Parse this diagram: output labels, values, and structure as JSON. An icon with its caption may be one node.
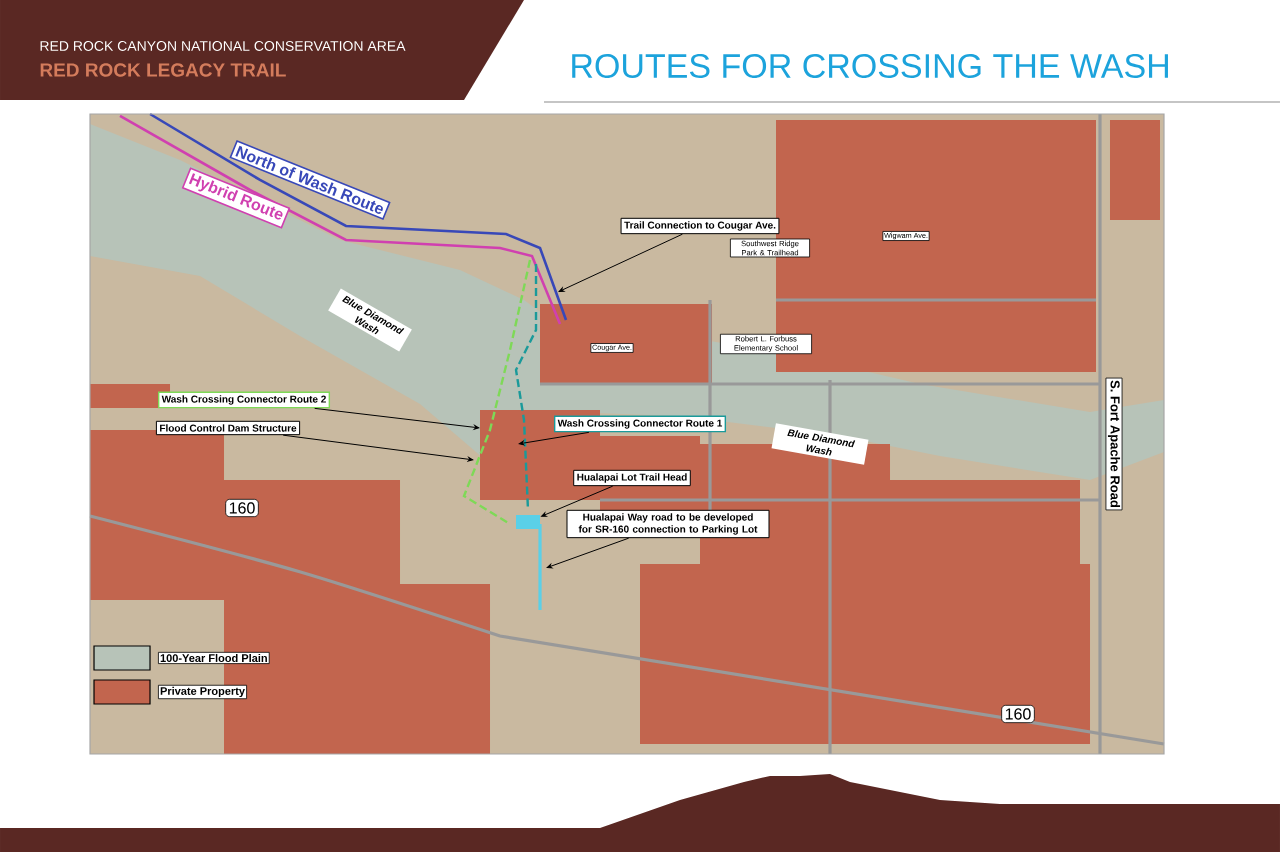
{
  "diagram": {
    "title": "ROUTES FOR CROSSING THE WASH",
    "nodes": [
      {
        "text": [
          "Trail Connection to Cougar Ave."
        ]
      },
      {
        "text": [
          "Wash Crossing Connector Route 2"
        ]
      },
      {
        "text": [
          "Flood Control Dam Structure"
        ]
      },
      {
        "text": [
          "Wash Crossing Connector Route 1"
        ]
      },
      {
        "text": [
          "Hualapai Lot Trail Head"
        ]
      },
      {
        "text": [
          "Hualapai Way road to be developed for SR-160 connection to Parking Lot"
        ]
      },
      {
        "text": [],
        "shape": "box"
      }
    ],
    "edges": [
      {
        "from": 0,
        "to": null,
        "arrow": "to"
      },
      {
        "from": 1,
        "to": null,
        "arrow": "to"
      },
      {
        "from": 2,
        "to": null,
        "arrow": "to"
      },
      {
        "from": 3,
        "to": null,
        "arrow": "to"
      },
      {
        "from": 4,
        "to": 6,
        "arrow": "to"
      },
      {
        "from": 5,
        "to": null,
        "arrow": "to"
      }
    ],
    "labels": [
      "RED ROCK CANYON NATIONAL CONSERVATION AREA",
      "RED ROCK LEGACY TRAIL",
      "North of Wash Route",
      "Hybrid Route",
      "Blue Diamond Wash",
      "Southwest Ridge Park & Trailhead",
      "Cougar Ave.",
      "Wigwam Ave.",
      "Robert L. Forbuss Elementary School",
      "Blue Diamond Wash",
      "S. Fort Apache Road",
      "160",
      "160"
    ],
    "legend": [
      {
        "text": "100-Year Flood Plain",
        "color": "#b7c3b8"
      },
      {
        "text": "Private Property",
        "color": "#c2654e"
      }
    ]
  }
}
